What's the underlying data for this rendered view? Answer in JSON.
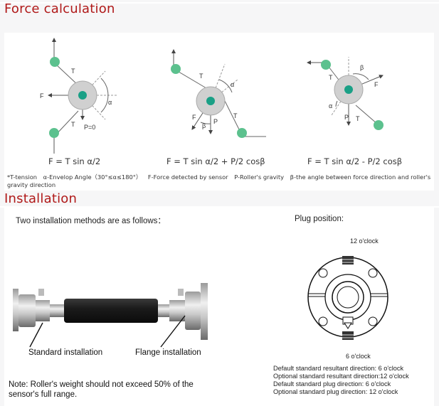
{
  "force_section": {
    "title": "Force calculation",
    "diagrams": [
      {
        "labels": {
          "t_top": "T",
          "f": "F",
          "alpha": "α",
          "t_bottom": "T",
          "p": "P=0"
        },
        "formula": "F = T sin α/2"
      },
      {
        "labels": {
          "t_top": "T",
          "alpha": "α",
          "f": "F",
          "beta": "β",
          "p": "P",
          "t_bottom": "T"
        },
        "formula": "F = T sin α/2 + P/2 cosβ"
      },
      {
        "labels": {
          "beta": "β",
          "t_top": "T",
          "f": "F",
          "alpha": "α",
          "p": "P",
          "t_bottom": "T"
        },
        "formula": "F = T sin α/2 - P/2 cosβ"
      }
    ],
    "legend": [
      "*T-tension",
      "α-Envelop Angle（30°≤α≤180°）",
      "F-Force detected by sensor",
      "P-Roller's gravity",
      "β-the angle between force direction and roller's gravity direction"
    ]
  },
  "install_section": {
    "title": "Installation",
    "intro": "Two installation methods are as follows：",
    "standard_label": "Standard installation",
    "flange_label": "Flange installation",
    "note": "Note: Roller's weight should not exceed 50% of the sensor's full range.",
    "plug": {
      "title": "Plug position:",
      "top_clock": "12 o'clock",
      "bottom_clock": "6 o'clock",
      "directions": [
        "Default standard resultant direction: 6 o'clock",
        "Optional standard resultant direction:12 o'clock",
        "Default standard plug direction: 6 o'clock",
        "Optional standard plug direction: 12 o'clock"
      ]
    }
  },
  "colors": {
    "title_red": "#b01919",
    "teal_dot": "#1aa086",
    "green_roller": "#5cc18e",
    "wheel_gray": "#d0d0d0",
    "roller_black": "#1b1b1b"
  }
}
